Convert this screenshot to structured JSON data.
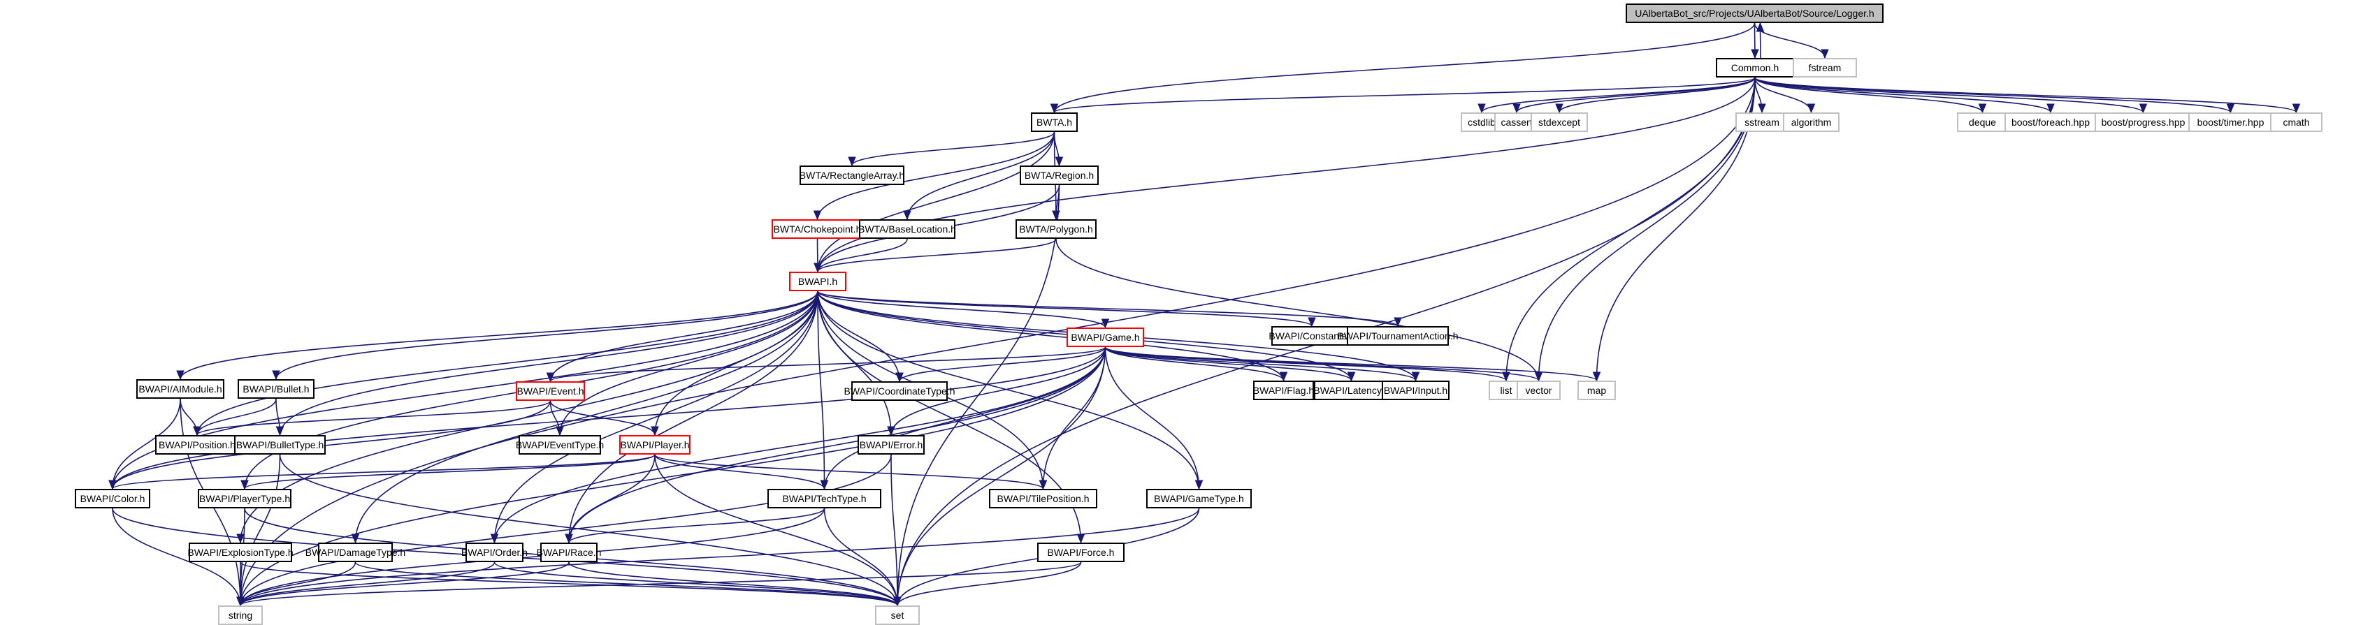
{
  "graph": {
    "title": "Include dependency graph for Logger.h",
    "nodes": [
      {
        "id": "logger",
        "label": "UAlbertaBot_src/Projects/UAlbertaBot/Source/Logger.h",
        "kind": "root"
      },
      {
        "id": "common",
        "label": "Common.h",
        "kind": "local"
      },
      {
        "id": "fstream",
        "label": "fstream",
        "kind": "system"
      },
      {
        "id": "bwta",
        "label": "BWTA.h",
        "kind": "local"
      },
      {
        "id": "cstdlib",
        "label": "cstdlib",
        "kind": "system"
      },
      {
        "id": "cassert",
        "label": "cassert",
        "kind": "system"
      },
      {
        "id": "stdexcept",
        "label": "stdexcept",
        "kind": "system"
      },
      {
        "id": "sstream",
        "label": "sstream",
        "kind": "system"
      },
      {
        "id": "algorithm",
        "label": "algorithm",
        "kind": "system"
      },
      {
        "id": "deque",
        "label": "deque",
        "kind": "system"
      },
      {
        "id": "foreach",
        "label": "boost/foreach.hpp",
        "kind": "system"
      },
      {
        "id": "progress",
        "label": "boost/progress.hpp",
        "kind": "system"
      },
      {
        "id": "timer",
        "label": "boost/timer.hpp",
        "kind": "system"
      },
      {
        "id": "cmath",
        "label": "cmath",
        "kind": "system"
      },
      {
        "id": "rectarray",
        "label": "BWTA/RectangleArray.h",
        "kind": "local"
      },
      {
        "id": "region",
        "label": "BWTA/Region.h",
        "kind": "local"
      },
      {
        "id": "choke",
        "label": "BWTA/Chokepoint.h",
        "kind": "truncated"
      },
      {
        "id": "baseloc",
        "label": "BWTA/BaseLocation.h",
        "kind": "local"
      },
      {
        "id": "polygon",
        "label": "BWTA/Polygon.h",
        "kind": "local"
      },
      {
        "id": "bwapi",
        "label": "BWAPI.h",
        "kind": "truncated"
      },
      {
        "id": "game",
        "label": "BWAPI/Game.h",
        "kind": "truncated"
      },
      {
        "id": "constants",
        "label": "BWAPI/Constants.h",
        "kind": "local"
      },
      {
        "id": "tournament",
        "label": "BWAPI/TournamentAction.h",
        "kind": "local"
      },
      {
        "id": "aimodule",
        "label": "BWAPI/AIModule.h",
        "kind": "local"
      },
      {
        "id": "bullet",
        "label": "BWAPI/Bullet.h",
        "kind": "local"
      },
      {
        "id": "event",
        "label": "BWAPI/Event.h",
        "kind": "truncated"
      },
      {
        "id": "coordtype",
        "label": "BWAPI/CoordinateType.h",
        "kind": "local"
      },
      {
        "id": "flag",
        "label": "BWAPI/Flag.h",
        "kind": "local"
      },
      {
        "id": "latency",
        "label": "BWAPI/Latency.h",
        "kind": "local"
      },
      {
        "id": "input",
        "label": "BWAPI/Input.h",
        "kind": "local"
      },
      {
        "id": "list",
        "label": "list",
        "kind": "system"
      },
      {
        "id": "vector",
        "label": "vector",
        "kind": "system"
      },
      {
        "id": "map",
        "label": "map",
        "kind": "system"
      },
      {
        "id": "position",
        "label": "BWAPI/Position.h",
        "kind": "local"
      },
      {
        "id": "bullettype",
        "label": "BWAPI/BulletType.h",
        "kind": "local"
      },
      {
        "id": "eventtype",
        "label": "BWAPI/EventType.h",
        "kind": "local"
      },
      {
        "id": "player",
        "label": "BWAPI/Player.h",
        "kind": "truncated"
      },
      {
        "id": "error",
        "label": "BWAPI/Error.h",
        "kind": "local"
      },
      {
        "id": "color",
        "label": "BWAPI/Color.h",
        "kind": "local"
      },
      {
        "id": "playertype",
        "label": "BWAPI/PlayerType.h",
        "kind": "local"
      },
      {
        "id": "techtype",
        "label": "BWAPI/TechType.h",
        "kind": "local"
      },
      {
        "id": "tilepos",
        "label": "BWAPI/TilePosition.h",
        "kind": "local"
      },
      {
        "id": "gametype",
        "label": "BWAPI/GameType.h",
        "kind": "local"
      },
      {
        "id": "explosion",
        "label": "BWAPI/ExplosionType.h",
        "kind": "local"
      },
      {
        "id": "damage",
        "label": "BWAPI/DamageType.h",
        "kind": "local"
      },
      {
        "id": "order",
        "label": "BWAPI/Order.h",
        "kind": "local"
      },
      {
        "id": "race",
        "label": "BWAPI/Race.h",
        "kind": "local"
      },
      {
        "id": "force",
        "label": "BWAPI/Force.h",
        "kind": "local"
      },
      {
        "id": "string",
        "label": "string",
        "kind": "system"
      },
      {
        "id": "set",
        "label": "set",
        "kind": "system"
      }
    ],
    "edges": [
      [
        "logger",
        "common"
      ],
      [
        "logger",
        "fstream"
      ],
      [
        "logger",
        "bwta"
      ],
      [
        "common",
        "logger"
      ],
      [
        "common",
        "bwta"
      ],
      [
        "common",
        "cstdlib"
      ],
      [
        "common",
        "cassert"
      ],
      [
        "common",
        "stdexcept"
      ],
      [
        "common",
        "sstream"
      ],
      [
        "common",
        "algorithm"
      ],
      [
        "common",
        "deque"
      ],
      [
        "common",
        "foreach"
      ],
      [
        "common",
        "progress"
      ],
      [
        "common",
        "timer"
      ],
      [
        "common",
        "cmath"
      ],
      [
        "common",
        "bwapi"
      ],
      [
        "common",
        "list"
      ],
      [
        "common",
        "vector"
      ],
      [
        "common",
        "map"
      ],
      [
        "common",
        "string"
      ],
      [
        "common",
        "set"
      ],
      [
        "bwta",
        "rectarray"
      ],
      [
        "bwta",
        "region"
      ],
      [
        "bwta",
        "choke"
      ],
      [
        "bwta",
        "baseloc"
      ],
      [
        "bwta",
        "polygon"
      ],
      [
        "bwta",
        "bwapi"
      ],
      [
        "region",
        "polygon"
      ],
      [
        "region",
        "bwapi"
      ],
      [
        "region",
        "set"
      ],
      [
        "choke",
        "bwapi"
      ],
      [
        "baseloc",
        "bwapi"
      ],
      [
        "polygon",
        "bwapi"
      ],
      [
        "polygon",
        "vector"
      ],
      [
        "bwapi",
        "game"
      ],
      [
        "bwapi",
        "constants"
      ],
      [
        "bwapi",
        "tournament"
      ],
      [
        "bwapi",
        "aimodule"
      ],
      [
        "bwapi",
        "bullet"
      ],
      [
        "bwapi",
        "event"
      ],
      [
        "bwapi",
        "coordtype"
      ],
      [
        "bwapi",
        "flag"
      ],
      [
        "bwapi",
        "latency"
      ],
      [
        "bwapi",
        "input"
      ],
      [
        "bwapi",
        "position"
      ],
      [
        "bwapi",
        "bullettype"
      ],
      [
        "bwapi",
        "eventtype"
      ],
      [
        "bwapi",
        "player"
      ],
      [
        "bwapi",
        "error"
      ],
      [
        "bwapi",
        "color"
      ],
      [
        "bwapi",
        "playertype"
      ],
      [
        "bwapi",
        "techtype"
      ],
      [
        "bwapi",
        "tilepos"
      ],
      [
        "bwapi",
        "gametype"
      ],
      [
        "bwapi",
        "damage"
      ],
      [
        "bwapi",
        "order"
      ],
      [
        "bwapi",
        "race"
      ],
      [
        "bwapi",
        "force"
      ],
      [
        "bwapi",
        "explosion"
      ],
      [
        "game",
        "event"
      ],
      [
        "game",
        "coordtype"
      ],
      [
        "game",
        "flag"
      ],
      [
        "game",
        "latency"
      ],
      [
        "game",
        "input"
      ],
      [
        "game",
        "list"
      ],
      [
        "game",
        "vector"
      ],
      [
        "game",
        "map"
      ],
      [
        "game",
        "error"
      ],
      [
        "game",
        "color"
      ],
      [
        "game",
        "techtype"
      ],
      [
        "game",
        "tilepos"
      ],
      [
        "game",
        "gametype"
      ],
      [
        "game",
        "race"
      ],
      [
        "game",
        "order"
      ],
      [
        "game",
        "set"
      ],
      [
        "game",
        "string"
      ],
      [
        "aimodule",
        "position"
      ],
      [
        "aimodule",
        "color"
      ],
      [
        "aimodule",
        "string"
      ],
      [
        "bullet",
        "position"
      ],
      [
        "bullet",
        "bullettype"
      ],
      [
        "event",
        "position"
      ],
      [
        "event",
        "eventtype"
      ],
      [
        "event",
        "player"
      ],
      [
        "event",
        "color"
      ],
      [
        "player",
        "color"
      ],
      [
        "player",
        "playertype"
      ],
      [
        "player",
        "techtype"
      ],
      [
        "player",
        "race"
      ],
      [
        "player",
        "tilepos"
      ],
      [
        "player",
        "set"
      ],
      [
        "error",
        "string"
      ],
      [
        "error",
        "set"
      ],
      [
        "bullettype",
        "string"
      ],
      [
        "bullettype",
        "set"
      ],
      [
        "color",
        "string"
      ],
      [
        "color",
        "set"
      ],
      [
        "playertype",
        "string"
      ],
      [
        "playertype",
        "set"
      ],
      [
        "techtype",
        "race"
      ],
      [
        "techtype",
        "string"
      ],
      [
        "techtype",
        "set"
      ],
      [
        "gametype",
        "string"
      ],
      [
        "gametype",
        "set"
      ],
      [
        "explosion",
        "string"
      ],
      [
        "explosion",
        "set"
      ],
      [
        "damage",
        "string"
      ],
      [
        "damage",
        "set"
      ],
      [
        "order",
        "string"
      ],
      [
        "order",
        "set"
      ],
      [
        "race",
        "string"
      ],
      [
        "race",
        "set"
      ],
      [
        "force",
        "string"
      ],
      [
        "force",
        "set"
      ]
    ]
  }
}
